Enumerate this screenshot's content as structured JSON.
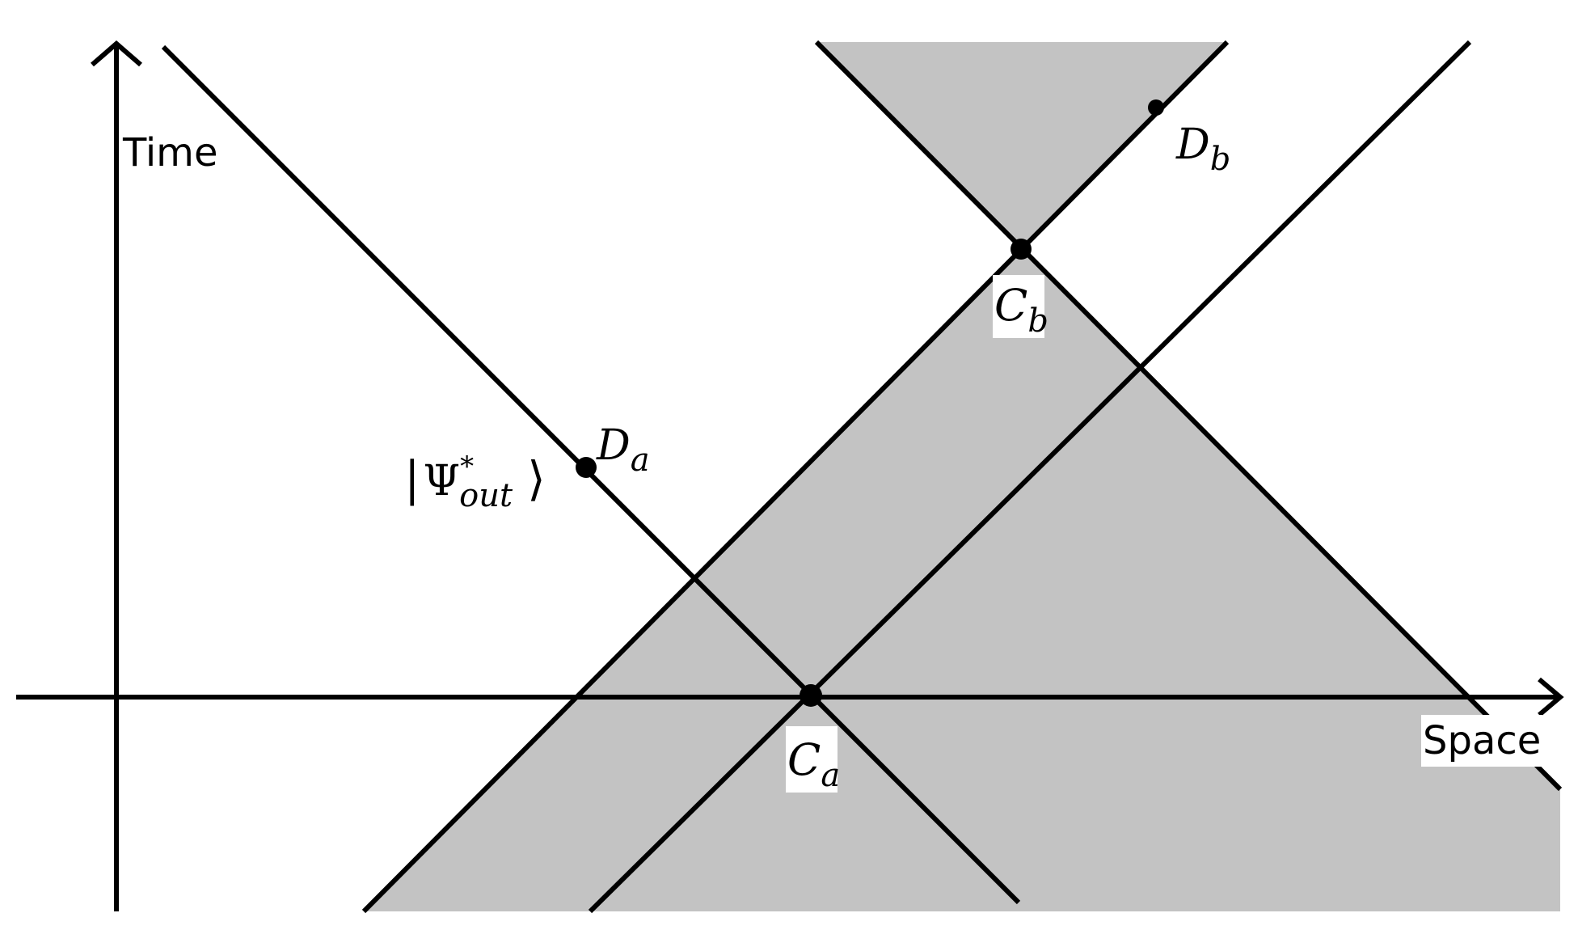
{
  "axes": {
    "time_label": "Time",
    "space_label": "Space"
  },
  "events": {
    "Ca": {
      "base": "C",
      "sub": "a"
    },
    "Cb": {
      "base": "C",
      "sub": "b"
    },
    "Da": {
      "base": "D",
      "sub": "a"
    },
    "Db": {
      "base": "D",
      "sub": "b"
    }
  },
  "state_label": {
    "bar": "|",
    "psi": "Ψ",
    "sup": "*",
    "sub": "out",
    "ket": "⟩"
  },
  "colors": {
    "shade": "#c3c3c3",
    "line": "#000000",
    "background": "#ffffff"
  }
}
